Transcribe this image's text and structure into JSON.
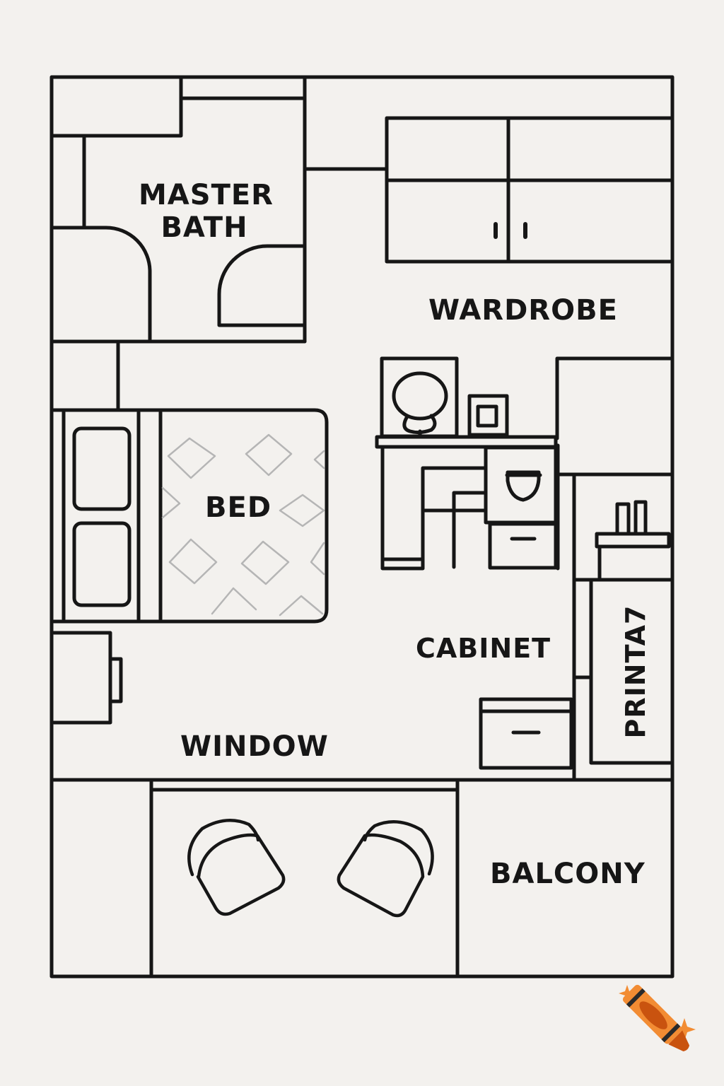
{
  "labels": {
    "master_bath_line1": "MASTER",
    "master_bath_line2": "BATH",
    "wardrobe": "WARDROBE",
    "bed": "BED",
    "cabinet": "CABINET",
    "printer": "PRINTA7",
    "window": "WINDOW",
    "balcony": "BALCONY"
  },
  "colors": {
    "paper": "#f3f1ee",
    "ink": "#161616",
    "pattern": "#b5b5b5",
    "crayon_light": "#f28c33",
    "crayon_dark": "#c9530f",
    "crayon_band": "#2a2a2a"
  },
  "watermark": {
    "icon": "crayon-icon"
  }
}
